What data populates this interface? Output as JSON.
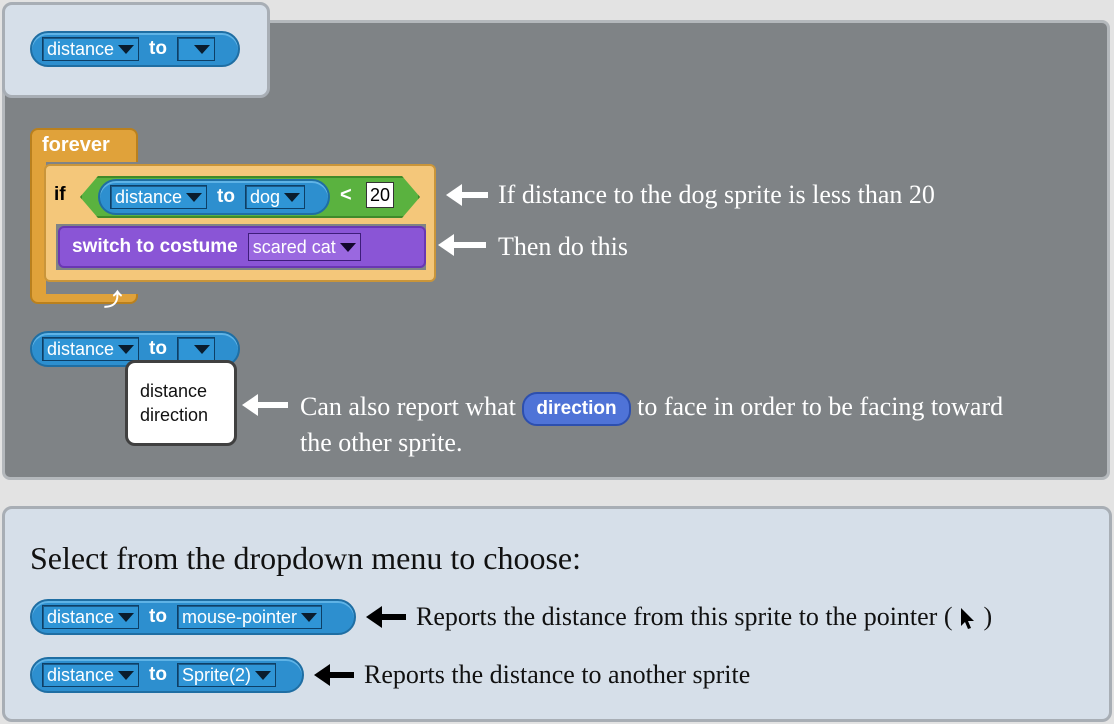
{
  "top_block": {
    "attr": "distance",
    "keyword": "to",
    "target": ""
  },
  "script": {
    "forever_label": "forever",
    "if_label": "if",
    "predicate": {
      "attr": "distance",
      "keyword": "to",
      "target": "dog",
      "operator": "<",
      "value": "20"
    },
    "costume": {
      "label": "switch to costume",
      "value": "scared cat"
    },
    "annotation_if": "If distance to the dog sprite is less than 20",
    "annotation_then": "Then do this"
  },
  "dropdown_demo": {
    "block": {
      "attr": "distance",
      "keyword": "to",
      "target": ""
    },
    "menu_items": [
      "distance",
      "direction"
    ],
    "annotation_prefix": "Can also report what",
    "direction_pill": "direction",
    "annotation_suffix_line1": "to face in order to be facing toward",
    "annotation_line2": "the other sprite."
  },
  "bottom_panel": {
    "heading": "Select from the dropdown menu to choose:",
    "rows": [
      {
        "attr": "distance",
        "keyword": "to",
        "target": "mouse-pointer",
        "text": "Reports the distance from this sprite to the pointer (",
        "text_end": ")"
      },
      {
        "attr": "distance",
        "keyword": "to",
        "target": "Sprite(2)",
        "text": "Reports the distance to another sprite"
      }
    ]
  },
  "colors": {
    "reporter": "#2d8fcf",
    "control": "#e0a23a",
    "operator": "#5ab23f",
    "looks": "#8a55d6",
    "motion_pill": "#4f73d7"
  }
}
